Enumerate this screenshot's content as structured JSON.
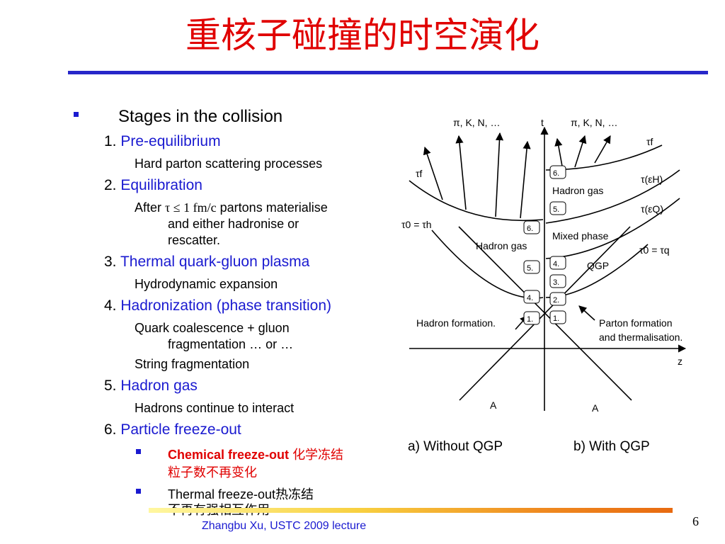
{
  "title": "重核子碰撞的时空演化",
  "outline": {
    "heading": "Stages in the collision",
    "s1_num": "1.",
    "s1_label": "Pre-equilibrium",
    "s1_detail": "Hard parton scattering processes",
    "s2_num": "2.",
    "s2_label": "Equilibration",
    "s2_detail_a": "After",
    "s2_detail_tau": "τ ≤ 1 fm/c",
    "s2_detail_b": "partons materialise",
    "s2_detail_c": "and either hadronise or",
    "s2_detail_d": "rescatter.",
    "s3_num": "3.",
    "s3_label": "Thermal quark-gluon plasma",
    "s3_detail": "Hydrodynamic expansion",
    "s4_num": "4.",
    "s4_label": "Hadronization (phase transition)",
    "s4_detail_a": "Quark coalescence + gluon",
    "s4_detail_b": "fragmentation … or …",
    "s4_detail_c": "String fragmentation",
    "s5_num": "5.",
    "s5_label": "Hadron gas",
    "s5_detail": "Hadrons continue to interact",
    "s6_num": "6.",
    "s6_label": "Particle freeze-out",
    "fo1_bold": "Chemical freeze-out",
    "fo1_cn_a": "化学冻结",
    "fo1_cn_b": "粒子数不再变化",
    "fo2_a": "Thermal freeze-out",
    "fo2_cn_a": "热冻结",
    "fo2_cn_b": "不再有强相互作用"
  },
  "diagram": {
    "top_left": "π, K, N, …",
    "top_t": "t",
    "top_right": "π, K, N, …",
    "tau_f_left": "τf",
    "tau_f_right": "τf",
    "tau_eh": "τ(εH)",
    "tau_eq": "τ(εQ)",
    "tau0_h": "τ0 = τh",
    "tau0_q": "τ0 = τq",
    "hadron_gas_right": "Hadron gas",
    "mixed_phase": "Mixed phase",
    "qgp": "QGP",
    "hadron_gas_left": "Hadron gas",
    "hadron_formation": "Hadron formation.",
    "parton_formation_a": "Parton formation",
    "parton_formation_b": "and thermalisation.",
    "z": "z",
    "a_left": "A",
    "a_right": "A",
    "n_l1": "1.",
    "n_l4": "4.",
    "n_l5": "5.",
    "n_l6": "6.",
    "n_r1": "1.",
    "n_r2": "2.",
    "n_r3": "3.",
    "n_r4": "4.",
    "n_r5": "5.",
    "n_r6": "6."
  },
  "captions": {
    "left": "a) Without QGP",
    "right": "b) With QGP"
  },
  "footer": "Zhangbu Xu, USTC 2009 lecture",
  "page_number": "6"
}
